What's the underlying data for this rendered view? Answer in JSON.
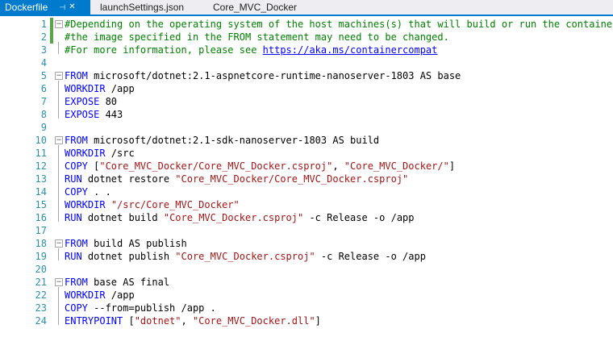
{
  "tabs": [
    {
      "label": "Dockerfile",
      "active": true
    },
    {
      "label": "launchSettings.json",
      "active": false
    },
    {
      "label": "Core_MVC_Docker",
      "active": false
    }
  ],
  "colors": {
    "accent": "#007acc",
    "comment": "#008000",
    "keyword": "#0000ff",
    "string": "#a31515",
    "line_number": "#2b91af"
  },
  "icons": {
    "pin": "pin-icon",
    "close": "close-icon"
  },
  "editor": {
    "lines": [
      {
        "n": "1",
        "segments": [
          {
            "t": "comment",
            "v": "#Depending on the operating system of the host machines(s) that will build or run the containers, t"
          }
        ]
      },
      {
        "n": "2",
        "segments": [
          {
            "t": "comment",
            "v": "#the image specified in the FROM statement may need to be changed."
          }
        ]
      },
      {
        "n": "3",
        "segments": [
          {
            "t": "comment",
            "v": "#For more information, please see "
          },
          {
            "t": "link",
            "v": "https://aka.ms/containercompat"
          }
        ]
      },
      {
        "n": "4",
        "segments": []
      },
      {
        "n": "5",
        "segments": [
          {
            "t": "kw",
            "v": "FROM"
          },
          {
            "t": "plain",
            "v": " microsoft/dotnet:2.1-aspnetcore-runtime-nanoserver-1803 AS base"
          }
        ]
      },
      {
        "n": "6",
        "segments": [
          {
            "t": "kw",
            "v": "WORKDIR"
          },
          {
            "t": "plain",
            "v": " /app"
          }
        ]
      },
      {
        "n": "7",
        "segments": [
          {
            "t": "kw",
            "v": "EXPOSE"
          },
          {
            "t": "plain",
            "v": " 80"
          }
        ]
      },
      {
        "n": "8",
        "segments": [
          {
            "t": "kw",
            "v": "EXPOSE"
          },
          {
            "t": "plain",
            "v": " 443"
          }
        ]
      },
      {
        "n": "9",
        "segments": []
      },
      {
        "n": "10",
        "segments": [
          {
            "t": "kw",
            "v": "FROM"
          },
          {
            "t": "plain",
            "v": " microsoft/dotnet:2.1-sdk-nanoserver-1803 AS build"
          }
        ]
      },
      {
        "n": "11",
        "segments": [
          {
            "t": "kw",
            "v": "WORKDIR"
          },
          {
            "t": "plain",
            "v": " /src"
          }
        ]
      },
      {
        "n": "12",
        "segments": [
          {
            "t": "kw",
            "v": "COPY"
          },
          {
            "t": "plain",
            "v": " ["
          },
          {
            "t": "str",
            "v": "\"Core_MVC_Docker/Core_MVC_Docker.csproj\""
          },
          {
            "t": "plain",
            "v": ", "
          },
          {
            "t": "str",
            "v": "\"Core_MVC_Docker/\""
          },
          {
            "t": "plain",
            "v": "]"
          }
        ]
      },
      {
        "n": "13",
        "segments": [
          {
            "t": "kw",
            "v": "RUN"
          },
          {
            "t": "plain",
            "v": " dotnet restore "
          },
          {
            "t": "str",
            "v": "\"Core_MVC_Docker/Core_MVC_Docker.csproj\""
          }
        ]
      },
      {
        "n": "14",
        "segments": [
          {
            "t": "kw",
            "v": "COPY"
          },
          {
            "t": "plain",
            "v": " . ."
          }
        ]
      },
      {
        "n": "15",
        "segments": [
          {
            "t": "kw",
            "v": "WORKDIR"
          },
          {
            "t": "plain",
            "v": " "
          },
          {
            "t": "str",
            "v": "\"/src/Core_MVC_Docker\""
          }
        ]
      },
      {
        "n": "16",
        "segments": [
          {
            "t": "kw",
            "v": "RUN"
          },
          {
            "t": "plain",
            "v": " dotnet build "
          },
          {
            "t": "str",
            "v": "\"Core_MVC_Docker.csproj\""
          },
          {
            "t": "plain",
            "v": " -c Release -o /app"
          }
        ]
      },
      {
        "n": "17",
        "segments": []
      },
      {
        "n": "18",
        "segments": [
          {
            "t": "kw",
            "v": "FROM"
          },
          {
            "t": "plain",
            "v": " build AS publish"
          }
        ]
      },
      {
        "n": "19",
        "segments": [
          {
            "t": "kw",
            "v": "RUN"
          },
          {
            "t": "plain",
            "v": " dotnet publish "
          },
          {
            "t": "str",
            "v": "\"Core_MVC_Docker.csproj\""
          },
          {
            "t": "plain",
            "v": " -c Release -o /app"
          }
        ]
      },
      {
        "n": "20",
        "segments": []
      },
      {
        "n": "21",
        "segments": [
          {
            "t": "kw",
            "v": "FROM"
          },
          {
            "t": "plain",
            "v": " base AS final"
          }
        ]
      },
      {
        "n": "22",
        "segments": [
          {
            "t": "kw",
            "v": "WORKDIR"
          },
          {
            "t": "plain",
            "v": " /app"
          }
        ]
      },
      {
        "n": "23",
        "segments": [
          {
            "t": "kw",
            "v": "COPY"
          },
          {
            "t": "plain",
            "v": " --from=publish /app ."
          }
        ]
      },
      {
        "n": "24",
        "segments": [
          {
            "t": "kw",
            "v": "ENTRYPOINT"
          },
          {
            "t": "plain",
            "v": " ["
          },
          {
            "t": "str",
            "v": "\"dotnet\""
          },
          {
            "t": "plain",
            "v": ", "
          },
          {
            "t": "str",
            "v": "\"Core_MVC_Docker.dll\""
          },
          {
            "t": "plain",
            "v": "]"
          }
        ]
      }
    ]
  }
}
